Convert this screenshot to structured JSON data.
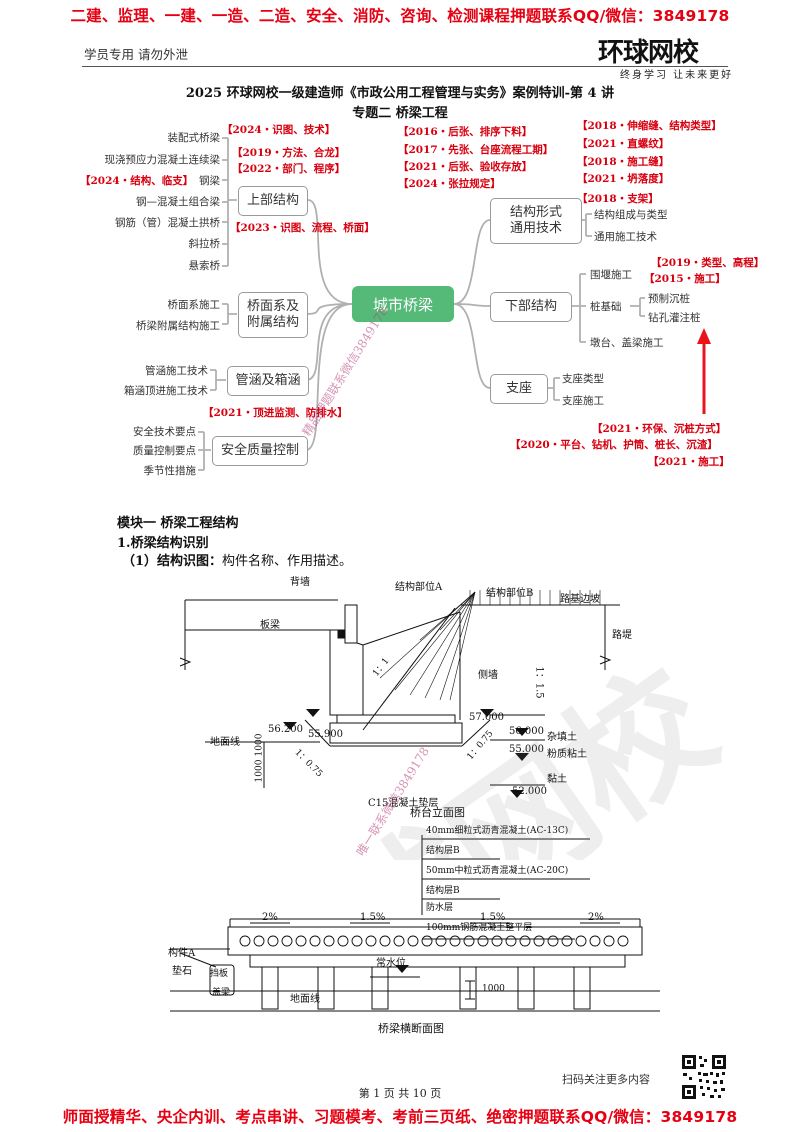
{
  "banner_top": "二建、监理、一建、一造、二造、安全、消防、咨询、检测课程押题联系QQ/微信：3849178",
  "banner_bottom": "师面授精华、央企内训、考点串讲、习题模考、考前三页纸、绝密押题联系QQ/微信：3849178",
  "header_note": "学员专用 请勿外泄",
  "logo": {
    "main": "环球网校",
    "sub": "终身学习 让未来更好"
  },
  "title_line1": "2025 环球网校一级建造师《市政公用工程管理与实务》案例特训-第 4 讲",
  "title_line2": "专题二 桥梁工程",
  "mindmap": {
    "center": "城市桥梁",
    "branches": {
      "upper": "上部结构",
      "deck": "桥面系及\n附属结构",
      "culvert": "管涵及箱涵",
      "safety": "安全质量控制",
      "general": "结构形式\n通用技术",
      "lower": "下部结构",
      "bearing": "支座"
    },
    "upper_items": [
      "装配式桥梁",
      "现浇预应力混凝土连续梁",
      "钢梁",
      "钢—混凝土组合梁",
      "钢筋（管）混凝土拱桥",
      "斜拉桥",
      "悬索桥"
    ],
    "deck_items": [
      "桥面系施工",
      "桥梁附属结构施工"
    ],
    "culvert_items": [
      "管涵施工技术",
      "箱涵顶进施工技术"
    ],
    "safety_items": [
      "安全技术要点",
      "质量控制要点",
      "季节性措施"
    ],
    "general_items": [
      "结构组成与类型",
      "通用施工技术"
    ],
    "lower_items": [
      "围堰施工",
      "桩基础",
      "预制沉桩",
      "钻孔灌注桩",
      "墩台、盖梁施工"
    ],
    "bearing_items": [
      "支座类型",
      "支座施工"
    ],
    "tags": {
      "t1": "【2024・识图、技术】",
      "t2": "【2019・方法、合龙】",
      "t3": "【2022・部门、程序】",
      "t4": "【2024・结构、临支】",
      "t5": "【2023・识图、流程、桥面】",
      "t6": "【2016・后张、排序下料】",
      "t7": "【2017・先张、台座流程工期】",
      "t8": "【2021・后张、验收存放】",
      "t9": "【2024・张拉规定】",
      "t10": "【2018・伸缩缝、结构类型】",
      "t11": "【2021・直螺纹】",
      "t12": "【2018・施工缝】",
      "t13": "【2021・坍落度】",
      "t14": "【2018・支架】",
      "t15": "【2019・类型、高程】",
      "t16": "【2015・施工】",
      "t17": "【2021・顶进监测、防排水】",
      "t18": "【2021・环保、沉桩方式】",
      "t19": "【2020・平台、钻机、护筒、桩长、沉渣】",
      "t20": "【2021・施工】"
    }
  },
  "module_title": "模块一 桥梁工程结构",
  "subsection": "1.桥梁结构识别",
  "item1_label": "（1）结构识图：",
  "item1_text": "构件名称、作用描述。",
  "elevation": {
    "caption": "桥台立面图",
    "labels": {
      "beiqiang": "背墙",
      "ban_liang": "板梁",
      "struct_a": "结构部位A",
      "struct_b": "结构部位B",
      "lujian": "路基边坡",
      "luti": "路堤",
      "cebo": "侧墙",
      "slope1": "1：1.5",
      "slope2": "1：1",
      "slope3": "1：0.75",
      "slope4": "1：0.75",
      "dimian": "地面线",
      "zatian": "杂填土",
      "fenzhi": "粉质粘土",
      "niantu": "黏土",
      "dianceng": "C15混凝土垫层",
      "e1": "56.200",
      "e2": "55.900",
      "e3": "57.000",
      "e4": "56.000",
      "e5": "55.000",
      "e6": "52.000",
      "h1": "1000",
      "h2": "1000"
    }
  },
  "cross": {
    "caption": "桥梁横断面图",
    "layers": [
      "40mm细粒式沥青混凝土(AC-13C)",
      "结构层B",
      "50mm中粒式沥青混凝土(AC-20C)",
      "结构层B",
      "防水层",
      "100mm钢筋混凝土整平层"
    ],
    "labels": {
      "goujian_a": "构件A",
      "dianshi": "垫石",
      "dangban": "挡板",
      "gailiang": "盖梁",
      "dimian": "地面线",
      "changshui": "常水位",
      "dim": "1000",
      "g1": "2%",
      "g2": "1.5%",
      "g3": "1.5%",
      "g4": "2%"
    }
  },
  "watermarks": {
    "w1": "精品押题联系微信3849178",
    "w2": "唯一联系微信3849178"
  },
  "page_number": "第 1 页 共 10 页",
  "scan_text": "扫码关注更多内容"
}
